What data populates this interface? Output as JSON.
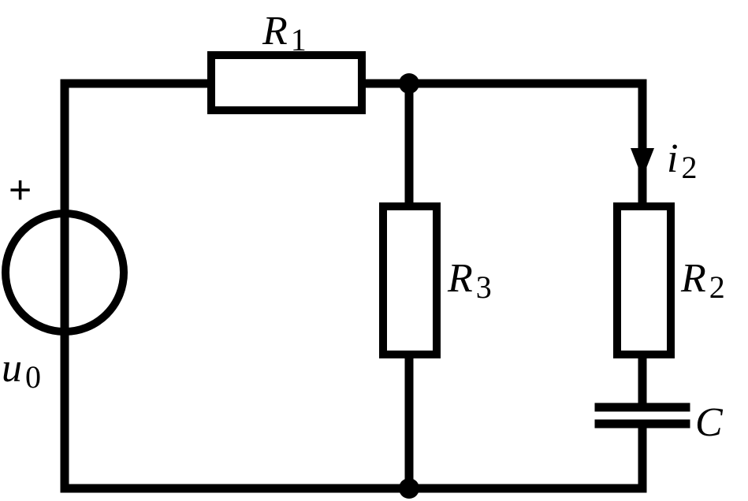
{
  "labels": {
    "r1": {
      "main": "R",
      "sub": "1"
    },
    "r2": {
      "main": "R",
      "sub": "2"
    },
    "r3": {
      "main": "R",
      "sub": "3"
    },
    "c": {
      "main": "C"
    },
    "i2": {
      "main": "i",
      "sub": "2"
    },
    "u0": {
      "main": "u",
      "sub": "0"
    },
    "plus": "+"
  },
  "colors": {
    "stroke": "#000000",
    "background": "#ffffff"
  }
}
